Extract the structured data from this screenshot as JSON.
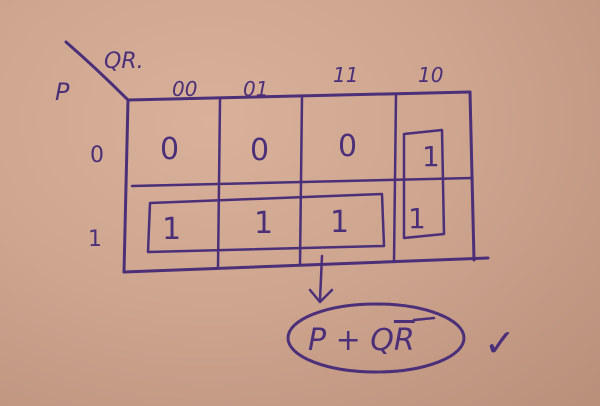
{
  "kmap": {
    "vars_row": "P",
    "vars_col": "QR.",
    "col_headers": [
      "00",
      "01",
      "11",
      "10"
    ],
    "row_headers": [
      "0",
      "1"
    ],
    "cells": [
      [
        "0",
        "0",
        "0",
        "1"
      ],
      [
        "1",
        "1",
        "1",
        "1"
      ]
    ]
  },
  "result": {
    "expr_prefix": "P + Q",
    "expr_bar": "R",
    "tick": "✓"
  },
  "colors": {
    "ink": "#4b2f78",
    "paper": "#c9a08a"
  }
}
